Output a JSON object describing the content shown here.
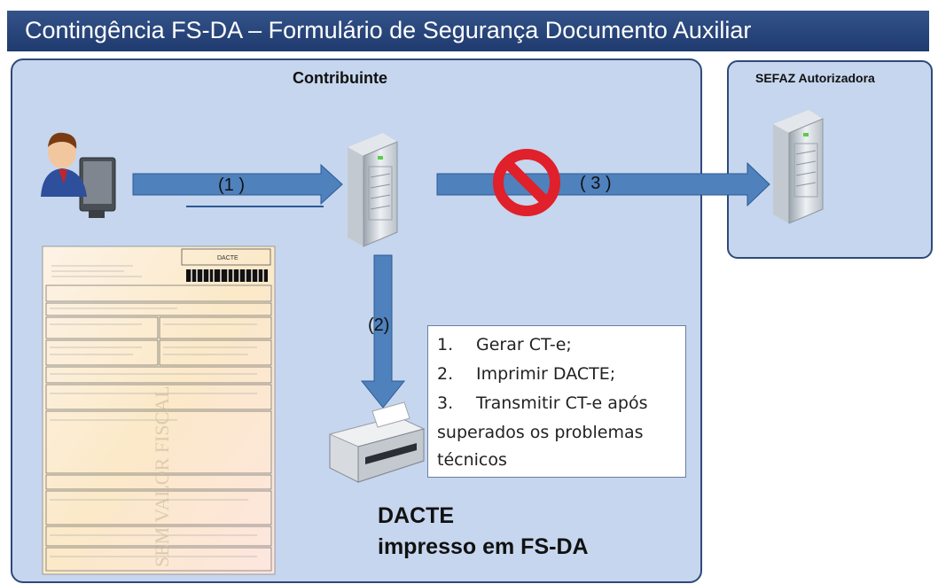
{
  "title": "Contingência FS-DA – Formulário de Segurança Documento Auxiliar",
  "panels": {
    "contribuinte": "Contribuinte",
    "sefaz": "SEFAZ Autorizadora"
  },
  "arrows": {
    "a1": "(1 )",
    "a2": "(2)",
    "a3": "( 3 )"
  },
  "steps": {
    "s1_num": "1.",
    "s1": "Gerar CT-e;",
    "s2_num": "2.",
    "s2": "Imprimir DACTE;",
    "s3_num": "3.",
    "s3": "Transmitir CT-e após",
    "s3_cont1": "superados os problemas",
    "s3_cont2": "técnicos"
  },
  "caption": {
    "line1": "DACTE",
    "line2": "impresso em FS-DA"
  },
  "document_image": {
    "header_label": "DACTE",
    "watermark": "SEM VALOR FISCAL"
  },
  "icons": [
    "user-at-computer-icon",
    "server-icon",
    "blocked-icon",
    "printer-icon",
    "document-icon"
  ],
  "colors": {
    "title_bar": "#1f3a6e",
    "panel_fill": "#c6d6ee",
    "panel_border": "#2e4a7a",
    "arrow": "#4f81bd",
    "blocked": "#e0202a"
  }
}
